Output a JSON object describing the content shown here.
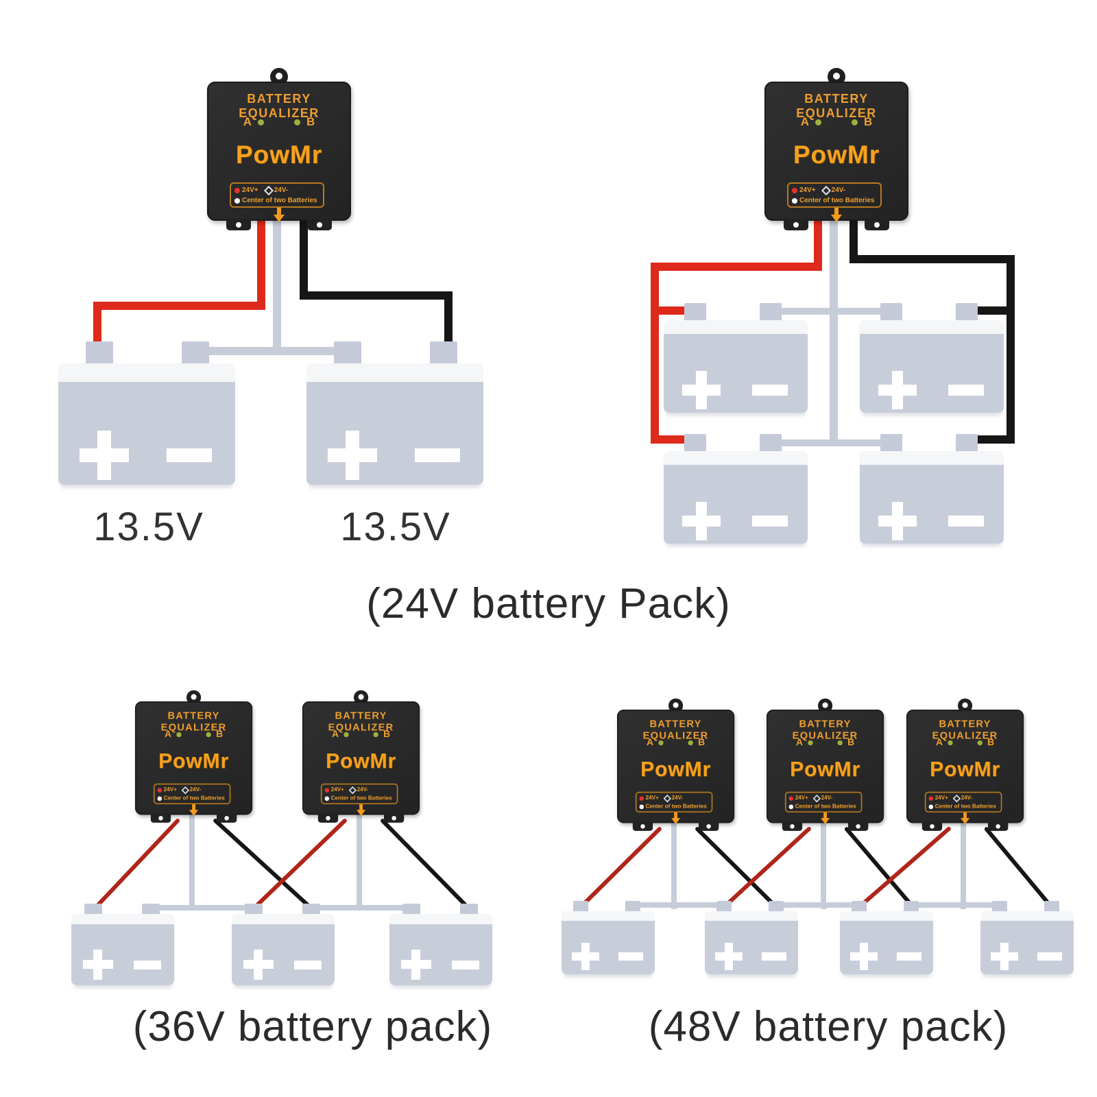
{
  "equalizer": {
    "title": "BATTERY EQUALIZER",
    "led_a_label": "A",
    "led_b_label": "B",
    "brand": "PowMr",
    "terminal_pos_label": "24V+",
    "terminal_neg_label": "24V-",
    "terminal_center_label": "Center of two Batteries"
  },
  "battery": {
    "positive_symbol": "+",
    "negative_symbol": "-"
  },
  "voltage_labels": {
    "left_battery": "13.5V",
    "right_battery": "13.5V"
  },
  "captions": {
    "pack_24v": "(24V battery Pack)",
    "pack_36v": "(36V battery pack)",
    "pack_48v": "(48V battery pack)"
  },
  "colors": {
    "device_body": "#272727",
    "brand_orange": "#f6a21e",
    "text_orange": "#ee9e2e",
    "wire_red": "#dd2a1a",
    "wire_dark_red": "#b02519",
    "wire_black": "#161616",
    "wire_gray": "#c6ccd8",
    "battery_gray": "#c8ced9",
    "led_green": "#9db23c"
  }
}
